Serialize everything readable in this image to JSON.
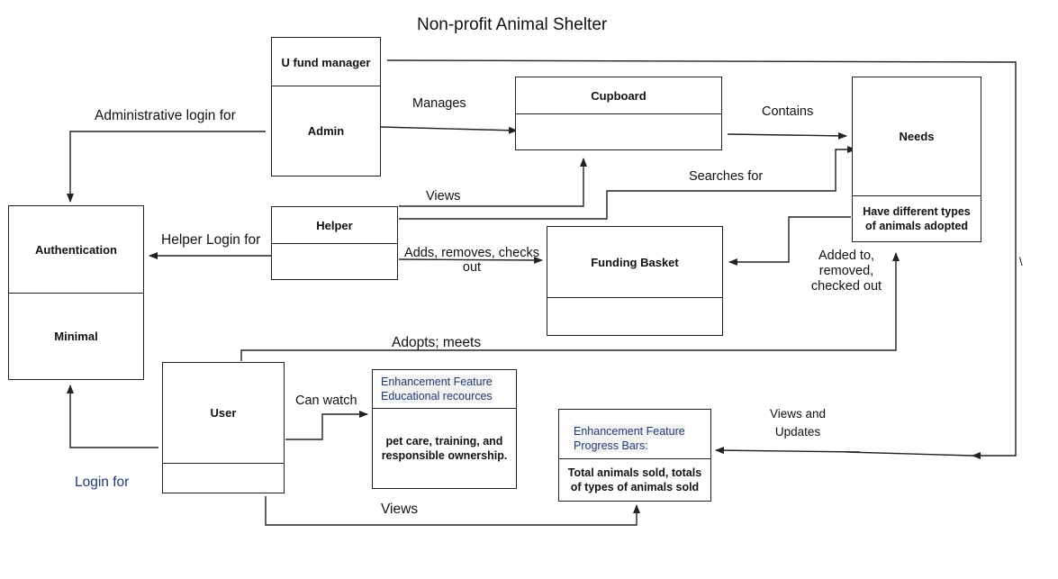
{
  "title": "Non-profit Animal Shelter",
  "boxes": {
    "ufund": {
      "top": "U fund manager",
      "bottom": "Admin"
    },
    "cupboard": {
      "top": "Cupboard",
      "bottom": ""
    },
    "needs": {
      "top": "Needs",
      "bottom": "Have different types of animals adopted"
    },
    "helper": {
      "top": "Helper",
      "bottom": ""
    },
    "funding": {
      "top": "Funding Basket",
      "bottom": ""
    },
    "auth": {
      "top": "Authentication",
      "bottom": "Minimal"
    },
    "user": {
      "top": "User",
      "bottom": ""
    },
    "edu": {
      "top_line1": "Enhancement Feature",
      "top_line2": "Educational recources",
      "bottom": "pet care, training, and responsible ownership."
    },
    "progress": {
      "top_line1": "Enhancement Feature",
      "top_line2": "Progress Bars:",
      "bottom": "Total animals sold, totals of types of animals sold"
    }
  },
  "labels": {
    "manages": "Manages",
    "contains": "Contains",
    "admin_login": "Administrative login for",
    "searches_for": "Searches for",
    "views_helper": "Views",
    "helper_login": "Helper Login for",
    "adds_removes": "Adds, removes, checks out",
    "added_to": "Added to, removed, checked out",
    "adopts_meets": "Adopts; meets",
    "can_watch": "Can watch",
    "views_updates": "Views and Updates",
    "login_for": "Login for",
    "views_user": "Views",
    "stray_mark": "\\"
  }
}
